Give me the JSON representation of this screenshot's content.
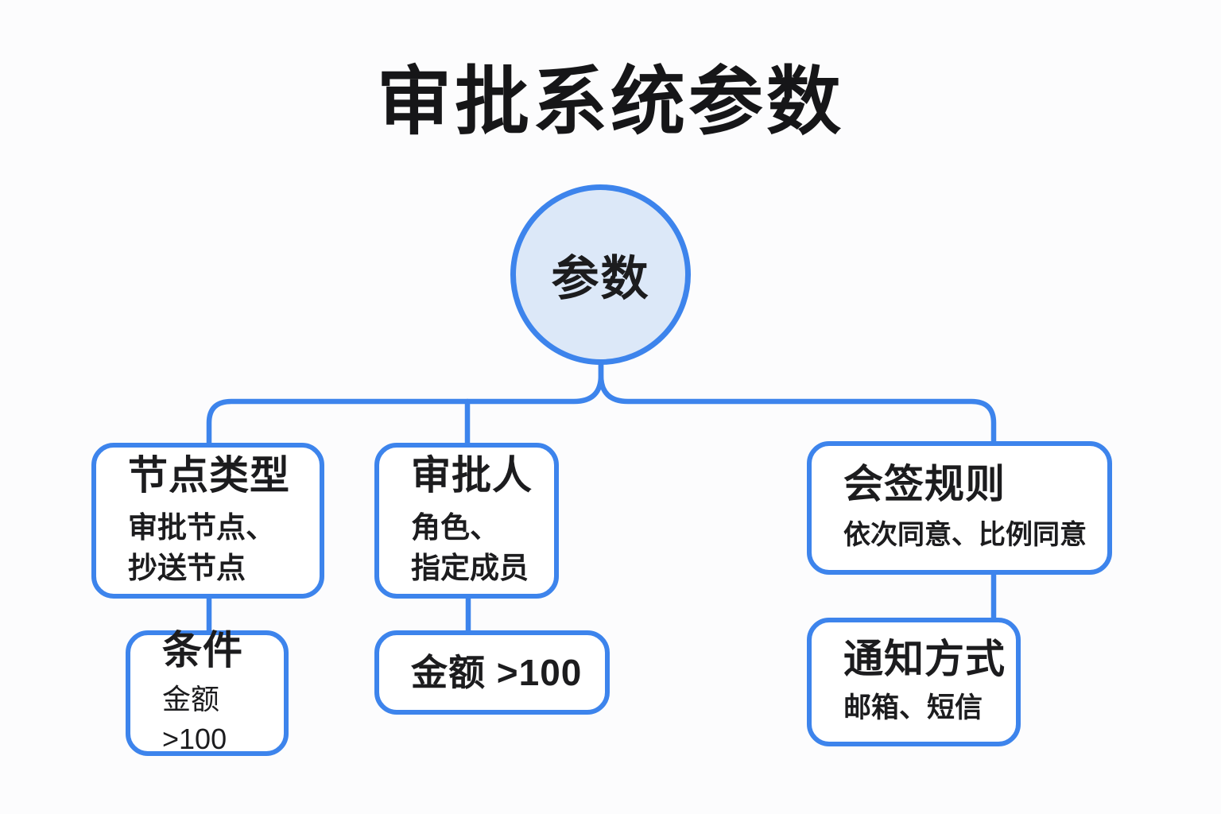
{
  "title": "审批系统参数",
  "root": {
    "label": "参数"
  },
  "branches": [
    {
      "title": "节点类型",
      "subtitle": "审批节点、\n抄送节点"
    },
    {
      "title": "审批人",
      "subtitle": "角色、\n指定成员"
    },
    {
      "title": "会签规则",
      "subtitle": "依次同意、比例同意"
    }
  ],
  "leaves": [
    {
      "title": "条件",
      "subtitle": "金额 >100"
    },
    {
      "title": "金额 >100"
    },
    {
      "title": "通知方式",
      "subtitle": "邮箱、短信"
    }
  ],
  "colors": {
    "accent": "#3d84ec",
    "root_fill": "#dce8f8",
    "node_fill": "#ffffff",
    "background": "#fcfcfd",
    "text": "#1c1c1e"
  }
}
